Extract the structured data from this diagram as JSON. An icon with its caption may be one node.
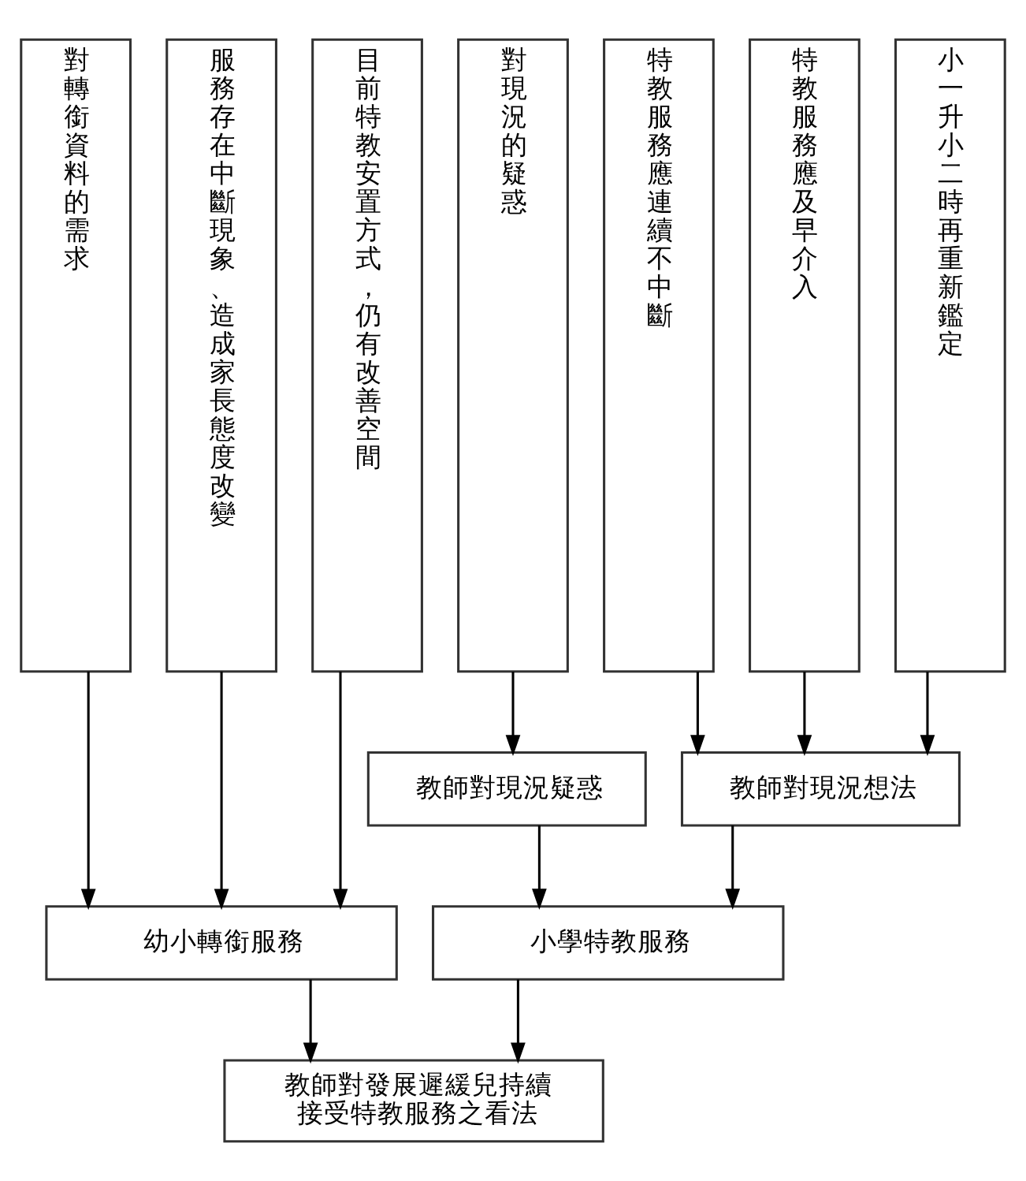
{
  "diagram": {
    "nodes": [
      {
        "text": [
          "對轉銜資料的需求"
        ]
      },
      {
        "text": [
          "服務存在中斷現象、造成家長態度改變"
        ]
      },
      {
        "text": [
          "目前特教安置方式，仍有改善空間"
        ]
      },
      {
        "text": [
          "對現況的疑惑"
        ]
      },
      {
        "text": [
          "特教服務應連續不中斷"
        ]
      },
      {
        "text": [
          "特教服務應及早介入"
        ]
      },
      {
        "text": [
          "小一升小二時再重新鑑定"
        ]
      },
      {
        "text": [
          "教師對現況疑惑"
        ]
      },
      {
        "text": [
          "教師對現況想法"
        ]
      },
      {
        "text": [
          "幼小轉銜服務"
        ]
      },
      {
        "text": [
          "小學特教服務"
        ]
      },
      {
        "text": [
          "教師對發展遲緩兒持續接受特教服務之看法"
        ]
      }
    ],
    "edges": [
      {
        "from": 0,
        "to": 9,
        "arrow": "to"
      },
      {
        "from": 1,
        "to": 9,
        "arrow": "to"
      },
      {
        "from": 2,
        "to": 9,
        "arrow": "to"
      },
      {
        "from": 3,
        "to": 7,
        "arrow": "to"
      },
      {
        "from": 4,
        "to": 8,
        "arrow": "to"
      },
      {
        "from": 5,
        "to": 8,
        "arrow": "to"
      },
      {
        "from": 6,
        "to": 8,
        "arrow": "to"
      },
      {
        "from": 7,
        "to": 10,
        "arrow": "to"
      },
      {
        "from": 8,
        "to": 10,
        "arrow": "to"
      },
      {
        "from": 9,
        "to": 11,
        "arrow": "to"
      },
      {
        "from": 10,
        "to": 11,
        "arrow": "to"
      }
    ]
  }
}
